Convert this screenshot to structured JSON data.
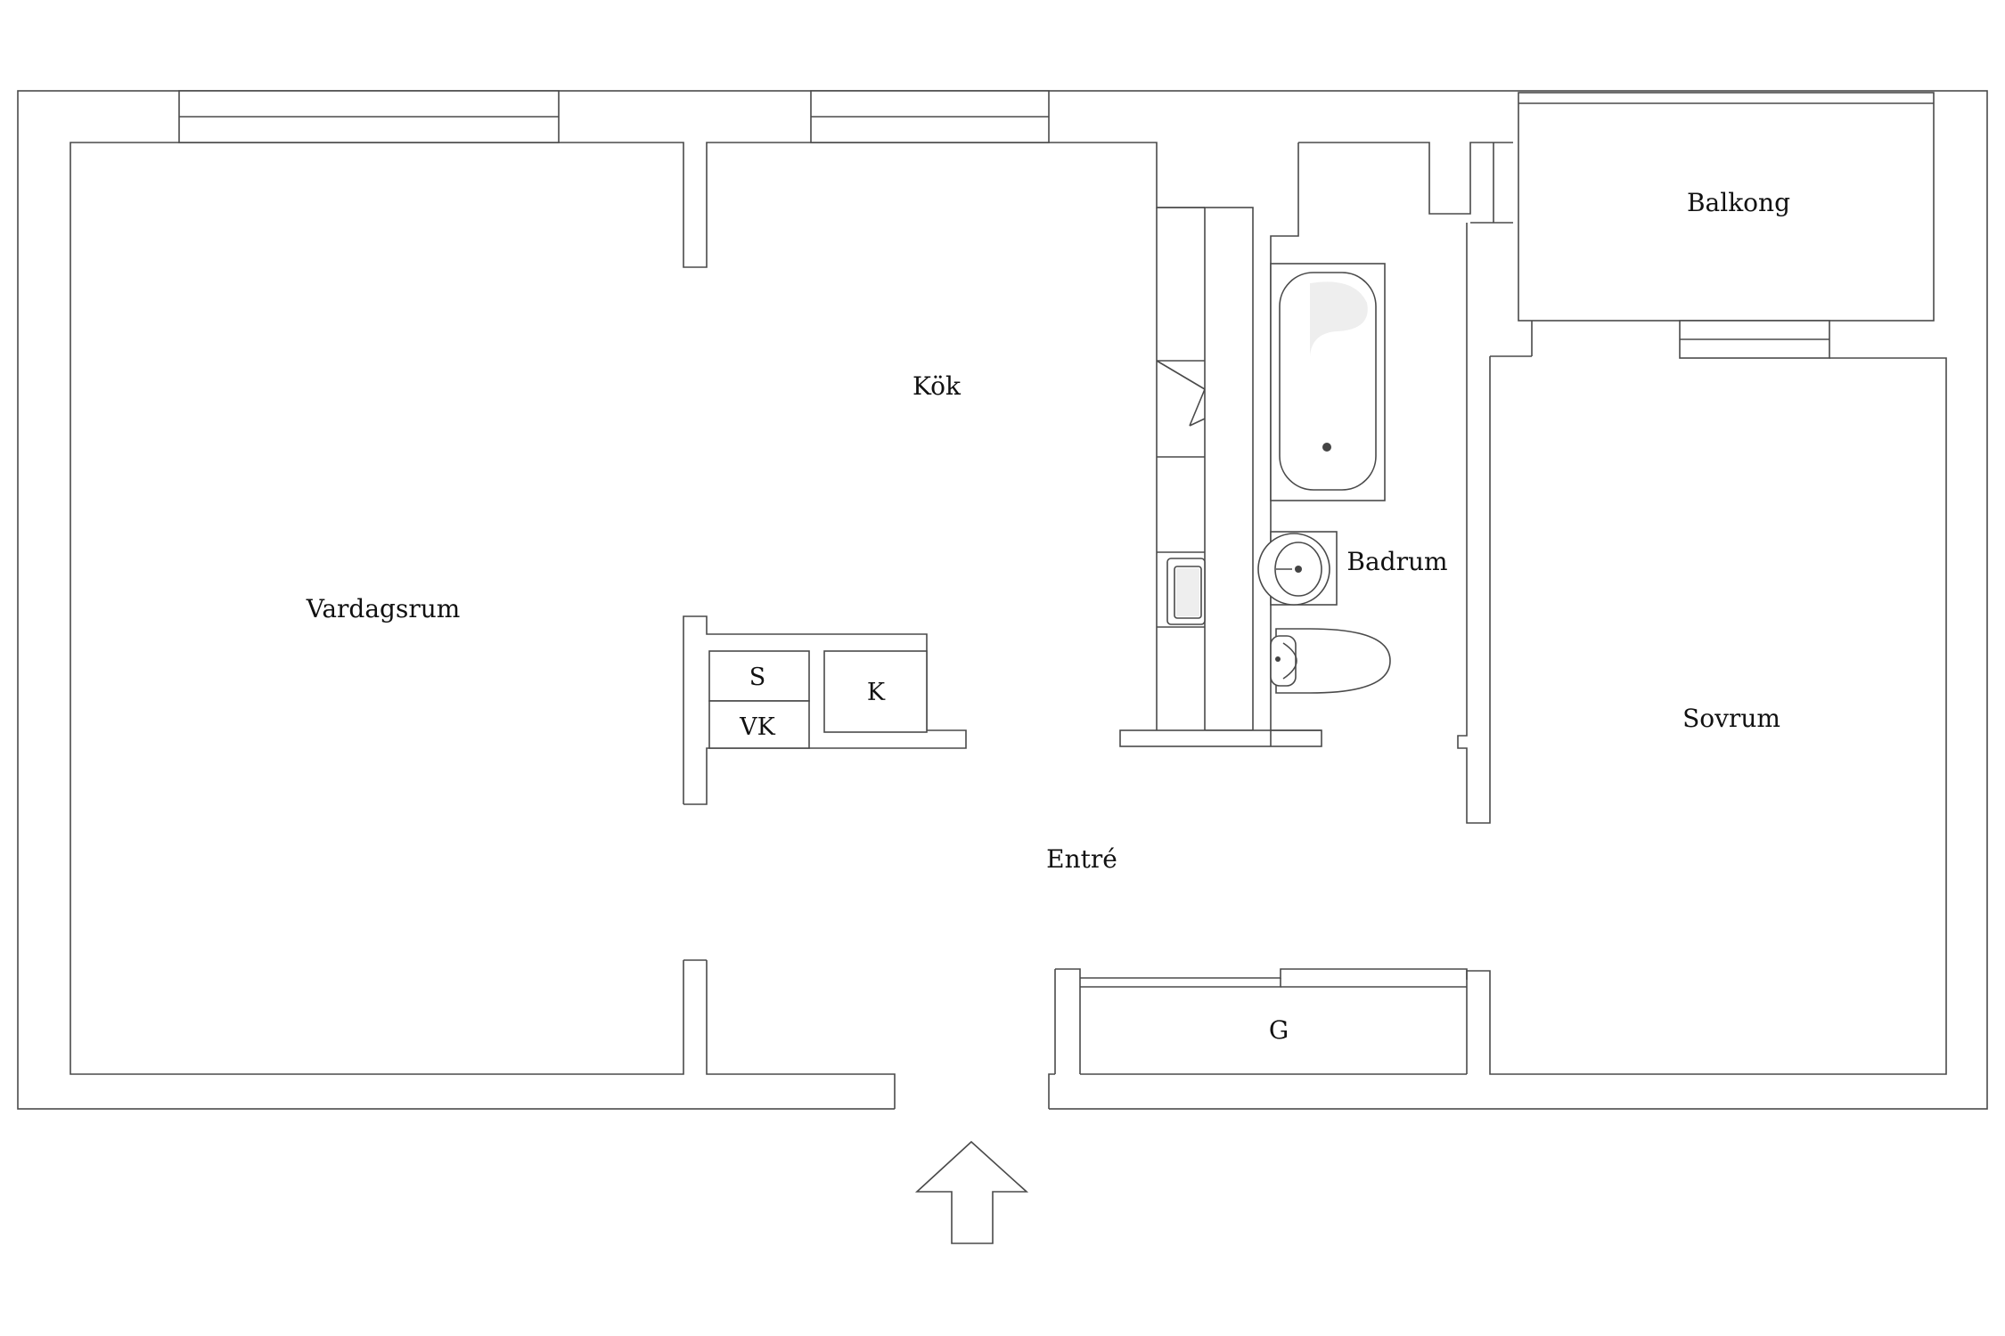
{
  "rooms": {
    "vardagsrum": "Vardagsrum",
    "kok": "Kök",
    "badrum": "Badrum",
    "balkong": "Balkong",
    "sovrum": "Sovrum",
    "entre": "Entré",
    "garderob": "G"
  },
  "closets": {
    "s": "S",
    "vk": "VK",
    "k": "K"
  },
  "icons": {
    "entrance": "entrance-arrow-icon",
    "bathtub": "bathtub-icon",
    "sink": "sink-icon",
    "toilet": "toilet-icon",
    "stove": "stove-icon",
    "kitchen_sink": "kitchen-sink-icon"
  }
}
